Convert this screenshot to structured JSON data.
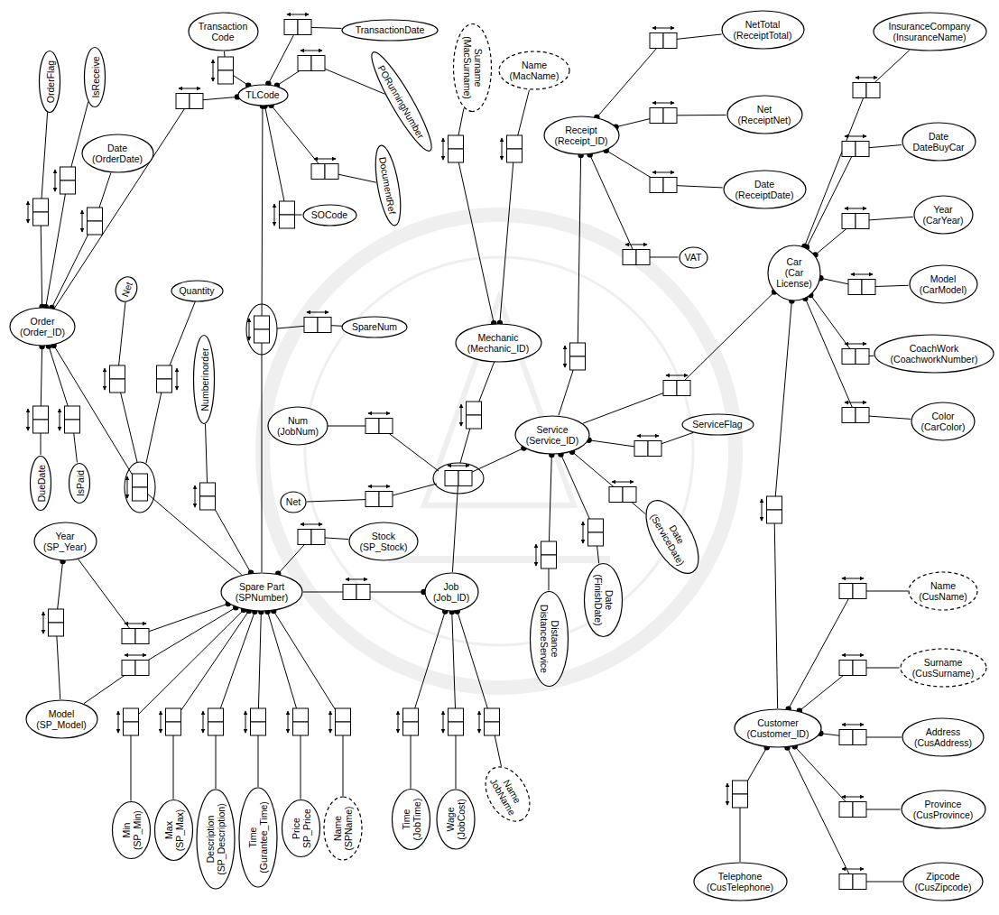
{
  "diagram": {
    "nodes": [
      {
        "text": [
          "Transaction Code"
        ]
      },
      {
        "text": [
          "TransactionDate"
        ]
      },
      {
        "text": [
          "NetTotal (ReceiptTotal)"
        ]
      },
      {
        "text": [
          "InsuranceCompany (InsuranceName)"
        ]
      },
      {
        "text": [
          "OrderFlag"
        ]
      },
      {
        "text": [
          "IsReceive"
        ]
      },
      {
        "text": [
          "Surname (MacSurname)"
        ]
      },
      {
        "text": [
          "Name (MacName)"
        ]
      },
      {
        "text": [
          "TLCode"
        ]
      },
      {
        "text": [
          "PORunningNumber"
        ]
      },
      {
        "text": [
          "Net (ReceiptNet)"
        ]
      },
      {
        "text": [
          "Date (OrderDate)"
        ]
      },
      {
        "text": [
          "Receipt (Receipt_ID)"
        ]
      },
      {
        "text": [
          "Date DateBuyCar"
        ]
      },
      {
        "text": [
          "DocumentRef"
        ]
      },
      {
        "text": [
          "Date (ReceiptDate)"
        ]
      },
      {
        "text": [
          "SOCode"
        ]
      },
      {
        "text": [
          "Year (CarYear)"
        ]
      },
      {
        "text": [
          "VAT"
        ]
      },
      {
        "text": [
          "Car (Car License)"
        ]
      },
      {
        "text": [
          "Quantity"
        ]
      },
      {
        "text": [
          "Net"
        ]
      },
      {
        "text": [
          "Model (CarModel)"
        ]
      },
      {
        "text": [
          "Order (Order_ID)"
        ]
      },
      {
        "text": [
          "SpareNum"
        ]
      },
      {
        "text": [
          "Mechanic (Mechanic_ID)"
        ]
      },
      {
        "text": [
          "CoachWork (CoachworkNumber)"
        ]
      },
      {
        "text": [
          "Numberinorder"
        ]
      },
      {
        "text": [
          "ServiceFlag"
        ]
      },
      {
        "text": [
          "Color (CarColor)"
        ]
      },
      {
        "text": [
          "Num (JobNum)"
        ]
      },
      {
        "text": [
          "Service (Service_ID)"
        ]
      },
      {
        "text": [
          "DueDate"
        ]
      },
      {
        "text": [
          "IsPaid"
        ]
      },
      {
        "text": [
          "Net"
        ]
      },
      {
        "text": [
          "Year (SP_Year)"
        ]
      },
      {
        "text": [
          "Date (ServiceDate)"
        ]
      },
      {
        "text": [
          "Stock (SP_Stock)"
        ]
      },
      {
        "text": [
          "Name (CusName)"
        ]
      },
      {
        "text": [
          "Spare Part (SPNumber)"
        ]
      },
      {
        "text": [
          "Job (Job_ID)"
        ]
      },
      {
        "text": [
          "Date (FinishDate)"
        ]
      },
      {
        "text": [
          "Distance DistanceService"
        ]
      },
      {
        "text": [
          "Surname (CusSurname)"
        ]
      },
      {
        "text": [
          "Model (SP_Model)"
        ]
      },
      {
        "text": [
          "Customer (Customer_ID)"
        ]
      },
      {
        "text": [
          "Address (CusAddress)"
        ]
      },
      {
        "text": [
          "Name JobName"
        ]
      },
      {
        "text": [
          "Province (CusProvince)"
        ]
      },
      {
        "text": [
          "Time (JobTime)"
        ]
      },
      {
        "text": [
          "Wage (JobCost)"
        ]
      },
      {
        "text": [
          "Min (SP_Min)"
        ]
      },
      {
        "text": [
          "Max (SP_Max)"
        ]
      },
      {
        "text": [
          "Description (SP_Description)"
        ]
      },
      {
        "text": [
          "Time (Gurantee_Time)"
        ]
      },
      {
        "text": [
          "Price SP_Price"
        ]
      },
      {
        "text": [
          "Name (SPName)"
        ]
      },
      {
        "text": [
          "Telephone (CusTelephone)"
        ]
      },
      {
        "text": [
          "Zipcode (CusZipcode)"
        ]
      }
    ],
    "edges": [
      {
        "from": 8,
        "to": 0,
        "arrow": "none"
      },
      {
        "from": 8,
        "to": 1,
        "arrow": "none"
      },
      {
        "from": 8,
        "to": 9,
        "arrow": "none"
      },
      {
        "from": 8,
        "to": 14,
        "arrow": "none"
      },
      {
        "from": 8,
        "to": 16,
        "arrow": "none"
      },
      {
        "from": 8,
        "to": 23,
        "arrow": "none"
      },
      {
        "from": 8,
        "to": 39,
        "arrow": "none"
      },
      {
        "from": 23,
        "to": 4,
        "arrow": "none"
      },
      {
        "from": 23,
        "to": 5,
        "arrow": "none"
      },
      {
        "from": 23,
        "to": 11,
        "arrow": "none"
      },
      {
        "from": 23,
        "to": 32,
        "arrow": "none"
      },
      {
        "from": 23,
        "to": 33,
        "arrow": "none"
      },
      {
        "from": 23,
        "to": 39,
        "arrow": "none"
      },
      {
        "from": 25,
        "to": 6,
        "arrow": "none"
      },
      {
        "from": 25,
        "to": 7,
        "arrow": "none"
      },
      {
        "from": 12,
        "to": 2,
        "arrow": "none"
      },
      {
        "from": 12,
        "to": 10,
        "arrow": "none"
      },
      {
        "from": 12,
        "to": 15,
        "arrow": "none"
      },
      {
        "from": 12,
        "to": 18,
        "arrow": "none"
      },
      {
        "from": 12,
        "to": 31,
        "arrow": "none"
      },
      {
        "from": 19,
        "to": 3,
        "arrow": "none"
      },
      {
        "from": 19,
        "to": 13,
        "arrow": "none"
      },
      {
        "from": 19,
        "to": 17,
        "arrow": "none"
      },
      {
        "from": 19,
        "to": 22,
        "arrow": "none"
      },
      {
        "from": 19,
        "to": 26,
        "arrow": "none"
      },
      {
        "from": 19,
        "to": 29,
        "arrow": "none"
      },
      {
        "from": 19,
        "to": 31,
        "arrow": "none"
      },
      {
        "from": 19,
        "to": 45,
        "arrow": "none"
      },
      {
        "from": 31,
        "to": 28,
        "arrow": "none"
      },
      {
        "from": 31,
        "to": 36,
        "arrow": "none"
      },
      {
        "from": 31,
        "to": 42,
        "arrow": "none"
      },
      {
        "from": 31,
        "to": 41,
        "arrow": "none"
      },
      {
        "from": 31,
        "to": 40,
        "arrow": "none"
      },
      {
        "from": 39,
        "to": 27,
        "arrow": "none"
      },
      {
        "from": 39,
        "to": 37,
        "arrow": "none"
      },
      {
        "from": 39,
        "to": 35,
        "arrow": "none"
      },
      {
        "from": 39,
        "to": 44,
        "arrow": "none"
      },
      {
        "from": 35,
        "to": 44,
        "arrow": "none"
      },
      {
        "from": 39,
        "to": 51,
        "arrow": "none"
      },
      {
        "from": 39,
        "to": 52,
        "arrow": "none"
      },
      {
        "from": 39,
        "to": 53,
        "arrow": "none"
      },
      {
        "from": 39,
        "to": 54,
        "arrow": "none"
      },
      {
        "from": 39,
        "to": 55,
        "arrow": "none"
      },
      {
        "from": 39,
        "to": 56,
        "arrow": "none"
      },
      {
        "from": 40,
        "to": 49,
        "arrow": "none"
      },
      {
        "from": 40,
        "to": 50,
        "arrow": "none"
      },
      {
        "from": 40,
        "to": 47,
        "arrow": "none"
      },
      {
        "from": 40,
        "to": 39,
        "arrow": "none"
      },
      {
        "from": 45,
        "to": 38,
        "arrow": "none"
      },
      {
        "from": 45,
        "to": 43,
        "arrow": "none"
      },
      {
        "from": 45,
        "to": 46,
        "arrow": "none"
      },
      {
        "from": 45,
        "to": 48,
        "arrow": "none"
      },
      {
        "from": 45,
        "to": 58,
        "arrow": "none"
      },
      {
        "from": 45,
        "to": 57,
        "arrow": "none"
      }
    ]
  }
}
